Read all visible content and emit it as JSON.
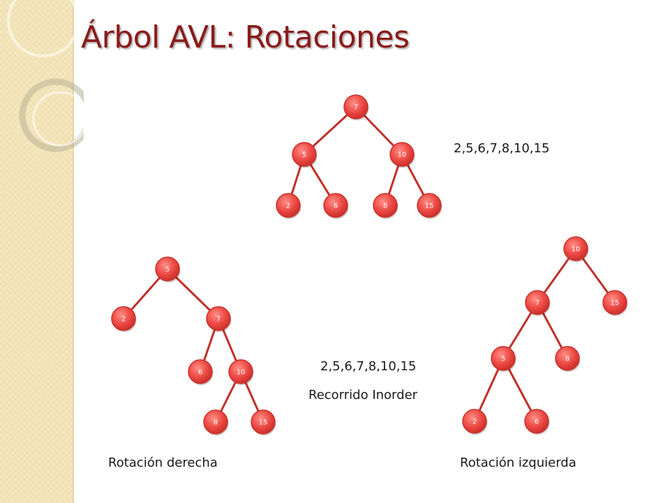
{
  "slide": {
    "title": "Árbol AVL: Rotaciones",
    "top_sequence": "2,5,6,7,8,10,15",
    "middle_sequence": "2,5,6,7,8,10,15",
    "traversal_label": "Recorrido Inorder",
    "left_caption": "Rotación derecha",
    "right_caption": "Rotación izquierda"
  },
  "colors": {
    "title": "#8b1a1a",
    "node_fill": "#ee4a45",
    "edge": "#c0302a",
    "sidebar": "#f4e7bd"
  },
  "trees": [
    {
      "id": "original",
      "nodes": [
        {
          "id": "a7",
          "label": "7"
        },
        {
          "id": "a5",
          "label": "5"
        },
        {
          "id": "a10",
          "label": "10"
        },
        {
          "id": "a2",
          "label": "2"
        },
        {
          "id": "a6",
          "label": "6"
        },
        {
          "id": "a8",
          "label": "8"
        },
        {
          "id": "a15",
          "label": "15"
        }
      ],
      "edges": [
        [
          "a7",
          "a5"
        ],
        [
          "a7",
          "a10"
        ],
        [
          "a5",
          "a2"
        ],
        [
          "a5",
          "a6"
        ],
        [
          "a10",
          "a8"
        ],
        [
          "a10",
          "a15"
        ]
      ]
    },
    {
      "id": "rotacion-derecha",
      "nodes": [
        {
          "id": "b5",
          "label": "5"
        },
        {
          "id": "b2",
          "label": "2"
        },
        {
          "id": "b7",
          "label": "7"
        },
        {
          "id": "b6",
          "label": "6"
        },
        {
          "id": "b10",
          "label": "10"
        },
        {
          "id": "b8",
          "label": "8"
        },
        {
          "id": "b15",
          "label": "15"
        }
      ],
      "edges": [
        [
          "b5",
          "b2"
        ],
        [
          "b5",
          "b7"
        ],
        [
          "b7",
          "b6"
        ],
        [
          "b7",
          "b10"
        ],
        [
          "b10",
          "b8"
        ],
        [
          "b10",
          "b15"
        ]
      ]
    },
    {
      "id": "rotacion-izquierda",
      "nodes": [
        {
          "id": "c10",
          "label": "10"
        },
        {
          "id": "c7",
          "label": "7"
        },
        {
          "id": "c15",
          "label": "15"
        },
        {
          "id": "c5",
          "label": "5"
        },
        {
          "id": "c8",
          "label": "8"
        },
        {
          "id": "c2",
          "label": "2"
        },
        {
          "id": "c6",
          "label": "6"
        }
      ],
      "edges": [
        [
          "c10",
          "c7"
        ],
        [
          "c10",
          "c15"
        ],
        [
          "c7",
          "c5"
        ],
        [
          "c7",
          "c8"
        ],
        [
          "c5",
          "c2"
        ],
        [
          "c5",
          "c6"
        ]
      ]
    }
  ]
}
